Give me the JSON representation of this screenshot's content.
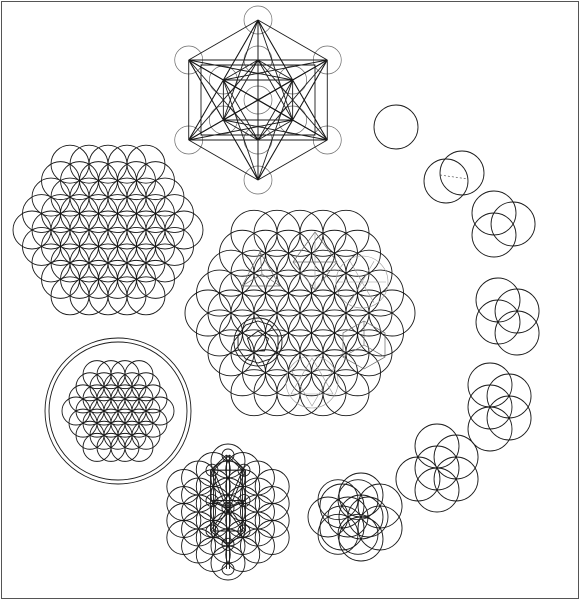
{
  "figure": {
    "colors": {
      "line": "#1a1a1a",
      "light_line": "#6a6a6a",
      "faint_line": "#9a9a9a",
      "background": "#ffffff"
    },
    "panels": [
      {
        "id": "metatrons-cube"
      },
      {
        "id": "flower-of-life-hexagon"
      },
      {
        "id": "flower-of-life-with-platonic-solids"
      },
      {
        "id": "flower-of-life-in-circle"
      },
      {
        "id": "tree-of-life"
      },
      {
        "id": "genesis-sequence",
        "circle_counts": [
          1,
          2,
          3,
          4,
          5,
          6,
          7,
          8
        ]
      }
    ]
  }
}
